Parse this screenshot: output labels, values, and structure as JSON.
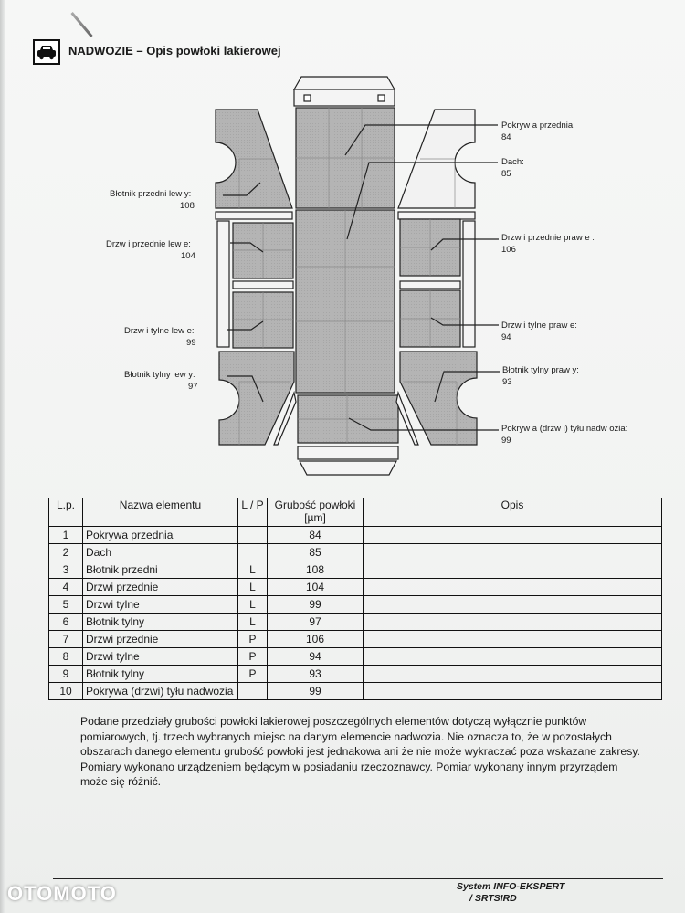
{
  "header": {
    "title": "NADWOZIE – Opis powłoki lakierowej",
    "icon": "car-icon"
  },
  "diagram": {
    "labels": [
      {
        "name": "Pokryw a przednia:",
        "value": "84"
      },
      {
        "name": "Dach:",
        "value": "85"
      },
      {
        "name": "Błotnik przedni lew y:",
        "value": "108"
      },
      {
        "name": "Drzw i przednie lew e:",
        "value": "104"
      },
      {
        "name": "Drzw i przednie praw e :",
        "value": "106"
      },
      {
        "name": "Drzw i tylne lew e:",
        "value": "99"
      },
      {
        "name": "Drzw i tylne praw e:",
        "value": "94"
      },
      {
        "name": "Błotnik tylny lew y:",
        "value": "97"
      },
      {
        "name": "Błotnik tylny praw y:",
        "value": "93"
      },
      {
        "name": "Pokryw a (drzw i) tyłu nadw ozia:",
        "value": "99"
      }
    ]
  },
  "table": {
    "headers": {
      "lp": "L.p.",
      "name": "Nazwa elementu",
      "lr": "L / P",
      "thickness": "Grubość powłoki",
      "unit": "[µm]",
      "desc": "Opis"
    },
    "rows": [
      {
        "lp": "1",
        "name": "Pokrywa przednia",
        "lr": "",
        "value": "84",
        "desc": ""
      },
      {
        "lp": "2",
        "name": "Dach",
        "lr": "",
        "value": "85",
        "desc": ""
      },
      {
        "lp": "3",
        "name": "Błotnik przedni",
        "lr": "L",
        "value": "108",
        "desc": ""
      },
      {
        "lp": "4",
        "name": "Drzwi przednie",
        "lr": "L",
        "value": "104",
        "desc": ""
      },
      {
        "lp": "5",
        "name": "Drzwi tylne",
        "lr": "L",
        "value": "99",
        "desc": ""
      },
      {
        "lp": "6",
        "name": "Błotnik tylny",
        "lr": "L",
        "value": "97",
        "desc": ""
      },
      {
        "lp": "7",
        "name": "Drzwi przednie",
        "lr": "P",
        "value": "106",
        "desc": ""
      },
      {
        "lp": "8",
        "name": "Drzwi tylne",
        "lr": "P",
        "value": "94",
        "desc": ""
      },
      {
        "lp": "9",
        "name": "Błotnik tylny",
        "lr": "P",
        "value": "93",
        "desc": ""
      },
      {
        "lp": "10",
        "name": "Pokrywa (drzwi) tyłu nadwozia",
        "lr": "",
        "value": "99",
        "desc": ""
      }
    ]
  },
  "note": "Podane przedziały grubości powłoki lakierowej poszczególnych elementów dotyczą wyłącznie punktów pomiarowych, tj. trzech wybranych miejsc na danym elemencie nadwozia. Nie oznacza to, że w pozostałych obszarach danego elementu grubość powłoki jest jednakowa ani że nie może wykraczać poza wskazane zakresy. Pomiary wykonano urządzeniem będącym w posiadaniu rzeczoznawcy. Pomiar wykonany innym przyrządem może się różnić.",
  "footer": {
    "line1": "System INFO-EKSPERT",
    "line2": "/ SRTSIRD"
  },
  "watermark": "OTOMOTO",
  "colors": {
    "panel_fill": "#b3b3b3",
    "grid_line": "#8a8a8a",
    "outline": "#222222"
  }
}
